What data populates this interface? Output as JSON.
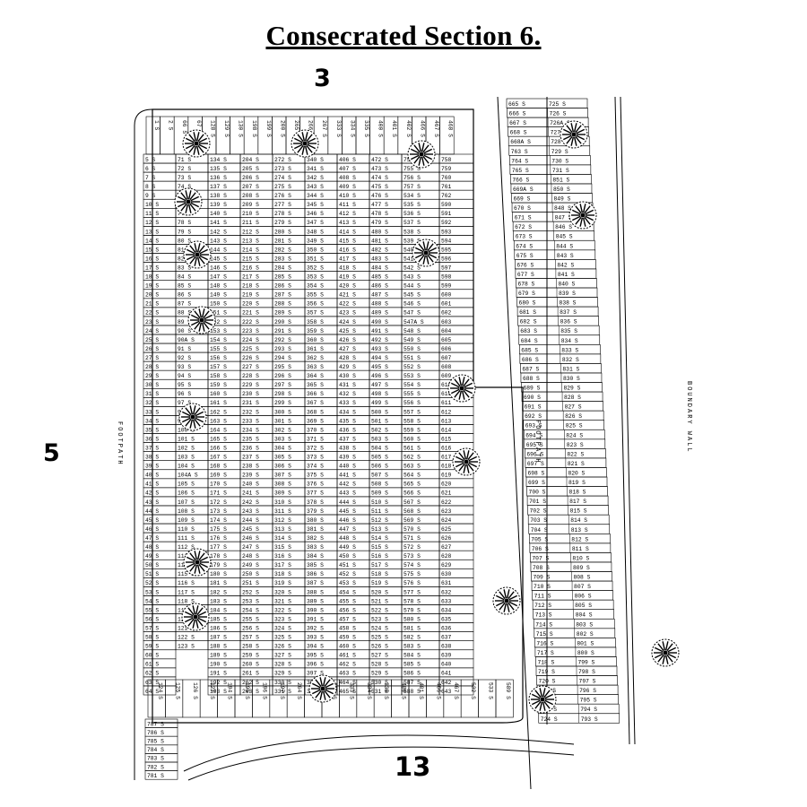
{
  "map": {
    "title": "Consecrated Section 6.",
    "adjacent_sections": {
      "north": "3",
      "west": "5",
      "south": "13"
    },
    "labels": {
      "footpath_left": "FOOTPATH",
      "footpath_middle": "FOOTPATH",
      "boundary": "BOUNDARY WALL"
    },
    "columns": [
      [
        "5",
        "6",
        "7",
        "8",
        "9",
        "10",
        "11",
        "12",
        "13",
        "14",
        "15",
        "16",
        "17",
        "18",
        "19",
        "20",
        "21",
        "22",
        "23",
        "24",
        "25",
        "26",
        "27",
        "28",
        "29",
        "30",
        "31",
        "32",
        "33",
        "34",
        "35",
        "36",
        "37",
        "38",
        "39",
        "40",
        "41",
        "42",
        "43",
        "44",
        "45",
        "46",
        "47",
        "48",
        "49",
        "50",
        "51",
        "52",
        "53",
        "54",
        "55",
        "56",
        "57",
        "58",
        "59",
        "60",
        "61",
        "62",
        "63",
        "64"
      ],
      [
        "71",
        "72",
        "73",
        "74",
        "75",
        "76",
        "77",
        "78",
        "79",
        "80",
        "81",
        "82",
        "83",
        "84",
        "85",
        "86",
        "87",
        "88",
        "89",
        "90",
        "90A",
        "91",
        "92",
        "93",
        "94",
        "95",
        "96",
        "97",
        "98",
        "99",
        "100",
        "101",
        "102",
        "103",
        "104",
        "104A",
        "105",
        "106",
        "107",
        "108",
        "109",
        "110",
        "111",
        "112",
        "113",
        "114",
        "115",
        "116",
        "117",
        "118",
        "119",
        "120",
        "121",
        "122",
        "123"
      ],
      [
        "134",
        "135",
        "136",
        "137",
        "138",
        "139",
        "140",
        "141",
        "142",
        "143",
        "144",
        "145",
        "146",
        "147",
        "148",
        "149",
        "150",
        "151",
        "152",
        "153",
        "154",
        "155",
        "156",
        "157",
        "158",
        "159",
        "160",
        "161",
        "162",
        "163",
        "164",
        "165",
        "166",
        "167",
        "168",
        "169",
        "170",
        "171",
        "172",
        "173",
        "174",
        "175",
        "176",
        "177",
        "178",
        "179",
        "180",
        "181",
        "182",
        "183",
        "184",
        "185",
        "186",
        "187",
        "188",
        "189",
        "190",
        "191",
        "192",
        "193"
      ],
      [
        "204",
        "205",
        "206",
        "207",
        "208",
        "209",
        "210",
        "211",
        "212",
        "213",
        "214",
        "215",
        "216",
        "217",
        "218",
        "219",
        "220",
        "221",
        "222",
        "223",
        "224",
        "225",
        "226",
        "227",
        "228",
        "229",
        "230",
        "231",
        "232",
        "233",
        "234",
        "235",
        "236",
        "237",
        "238",
        "239",
        "240",
        "241",
        "242",
        "243",
        "244",
        "245",
        "246",
        "247",
        "248",
        "249",
        "250",
        "251",
        "252",
        "253",
        "254",
        "255",
        "256",
        "257",
        "258",
        "259",
        "260",
        "261",
        "262",
        "263"
      ],
      [
        "272",
        "273",
        "274",
        "275",
        "276",
        "277",
        "278",
        "279",
        "280",
        "281",
        "282",
        "283",
        "284",
        "285",
        "286",
        "287",
        "288",
        "289",
        "290",
        "291",
        "292",
        "293",
        "294",
        "295",
        "296",
        "297",
        "298",
        "299",
        "300",
        "301",
        "302",
        "303",
        "304",
        "305",
        "306",
        "307",
        "308",
        "309",
        "310",
        "311",
        "312",
        "313",
        "314",
        "315",
        "316",
        "317",
        "318",
        "319",
        "320",
        "321",
        "322",
        "323",
        "324",
        "325",
        "326",
        "327",
        "328",
        "329",
        "330",
        "331"
      ],
      [
        "340",
        "341",
        "342",
        "343",
        "344",
        "345",
        "346",
        "347",
        "348",
        "349",
        "350",
        "351",
        "352",
        "353",
        "354",
        "355",
        "356",
        "357",
        "358",
        "359",
        "360",
        "361",
        "362",
        "363",
        "364",
        "365",
        "366",
        "367",
        "368",
        "369",
        "370",
        "371",
        "372",
        "373",
        "374",
        "375",
        "376",
        "377",
        "378",
        "379",
        "380",
        "381",
        "382",
        "383",
        "384",
        "385",
        "386",
        "387",
        "388",
        "389",
        "390",
        "391",
        "392",
        "393",
        "394",
        "395",
        "396",
        "397",
        "398",
        "399"
      ],
      [
        "406",
        "407",
        "408",
        "409",
        "410",
        "411",
        "412",
        "413",
        "414",
        "415",
        "416",
        "417",
        "418",
        "419",
        "420",
        "421",
        "422",
        "423",
        "424",
        "425",
        "426",
        "427",
        "428",
        "429",
        "430",
        "431",
        "432",
        "433",
        "434",
        "435",
        "436",
        "437",
        "438",
        "439",
        "440",
        "441",
        "442",
        "443",
        "444",
        "445",
        "446",
        "447",
        "448",
        "449",
        "450",
        "451",
        "452",
        "453",
        "454",
        "455",
        "456",
        "457",
        "458",
        "459",
        "460",
        "461",
        "462",
        "463",
        "464",
        "465"
      ],
      [
        "472",
        "473",
        "474",
        "475",
        "476",
        "477",
        "478",
        "479",
        "480",
        "481",
        "482",
        "483",
        "484",
        "485",
        "486",
        "487",
        "488",
        "489",
        "490",
        "491",
        "492",
        "493",
        "494",
        "495",
        "496",
        "497",
        "498",
        "499",
        "500",
        "501",
        "502",
        "503",
        "504",
        "505",
        "506",
        "507",
        "508",
        "509",
        "510",
        "511",
        "512",
        "513",
        "514",
        "515",
        "516",
        "517",
        "518",
        "519",
        "520",
        "521",
        "522",
        "523",
        "524",
        "525",
        "526",
        "527",
        "528",
        "529",
        "530",
        "531"
      ],
      [
        "754",
        "755",
        "756",
        "757",
        "534",
        "535",
        "536",
        "537",
        "538",
        "539",
        "540",
        "541",
        "542",
        "543",
        "544",
        "545",
        "546",
        "547",
        "547A",
        "548",
        "549",
        "550",
        "551",
        "552",
        "553",
        "554",
        "555",
        "556",
        "557",
        "558",
        "559",
        "560",
        "561",
        "562",
        "563",
        "564",
        "565",
        "566",
        "567",
        "568",
        "569",
        "570",
        "571",
        "572",
        "573",
        "574",
        "575",
        "576",
        "577",
        "578",
        "579",
        "580",
        "581",
        "582",
        "583",
        "584",
        "585",
        "586",
        "587",
        "588"
      ],
      [
        "758",
        "759",
        "760",
        "761",
        "762",
        "590",
        "591",
        "592",
        "593",
        "594",
        "595",
        "596",
        "597",
        "598",
        "599",
        "600",
        "601",
        "602",
        "603",
        "604",
        "605",
        "606",
        "607",
        "608",
        "609",
        "610",
        "610A",
        "611",
        "612",
        "613",
        "614",
        "615",
        "616",
        "617",
        "618",
        "619",
        "620",
        "621",
        "622",
        "623",
        "624",
        "625",
        "626",
        "627",
        "628",
        "629",
        "630",
        "631",
        "632",
        "633",
        "634",
        "635",
        "636",
        "637",
        "638",
        "639",
        "640",
        "641",
        "642",
        "643"
      ]
    ],
    "top_strip": [
      "1",
      "2",
      "66",
      "67",
      "128",
      "129",
      "130",
      "198",
      "199",
      "200",
      "265",
      "266",
      "267",
      "333",
      "334",
      "335",
      "400",
      "401",
      "402",
      "466",
      "467",
      "468"
    ],
    "bottom_strip": [
      "124",
      "125",
      "126",
      "127",
      "194",
      "195",
      "196",
      "197",
      "264",
      "265",
      "332",
      "333",
      "334",
      "335",
      "400",
      "401",
      "466",
      "467",
      "532",
      "533",
      "589"
    ],
    "corner_list": [
      "787",
      "786",
      "785",
      "784",
      "783",
      "782",
      "781"
    ],
    "right_pairs": [
      [
        "665",
        "725"
      ],
      [
        "666",
        "726"
      ],
      [
        "667",
        "726A"
      ],
      [
        "668",
        "727"
      ],
      [
        "668A",
        "728"
      ],
      [
        "763",
        "729"
      ],
      [
        "764",
        "730"
      ],
      [
        "765",
        "731"
      ],
      [
        "766",
        "851"
      ],
      [
        "669A",
        "850"
      ],
      [
        "669",
        "849"
      ],
      [
        "670",
        "848"
      ],
      [
        "671",
        "847"
      ],
      [
        "672",
        "846"
      ],
      [
        "673",
        "845"
      ],
      [
        "674",
        "844"
      ],
      [
        "675",
        "843"
      ],
      [
        "676",
        "842"
      ],
      [
        "677",
        "841"
      ],
      [
        "678",
        "840"
      ],
      [
        "679",
        "839"
      ],
      [
        "680",
        "838"
      ],
      [
        "681",
        "837"
      ],
      [
        "682",
        "836"
      ],
      [
        "683",
        "835"
      ],
      [
        "684",
        "834"
      ],
      [
        "685",
        "833"
      ],
      [
        "686",
        "832"
      ],
      [
        "687",
        "831"
      ],
      [
        "688",
        "830"
      ],
      [
        "689",
        "829"
      ],
      [
        "690",
        "828"
      ],
      [
        "691",
        "827"
      ],
      [
        "692",
        "826"
      ],
      [
        "693",
        "825"
      ],
      [
        "694",
        "824"
      ],
      [
        "695",
        "823"
      ],
      [
        "696",
        "822"
      ],
      [
        "697",
        "821"
      ],
      [
        "698",
        "820"
      ],
      [
        "699",
        "819"
      ],
      [
        "700",
        "818"
      ],
      [
        "701",
        "817"
      ],
      [
        "702",
        "815"
      ],
      [
        "703",
        "814"
      ],
      [
        "704",
        "813"
      ],
      [
        "705",
        "812"
      ],
      [
        "706",
        "811"
      ],
      [
        "707",
        "810"
      ],
      [
        "708",
        "809"
      ],
      [
        "709",
        "808"
      ],
      [
        "710",
        "807"
      ],
      [
        "711",
        "806"
      ],
      [
        "712",
        "805"
      ],
      [
        "713",
        "804"
      ],
      [
        "714",
        "803"
      ],
      [
        "715",
        "802"
      ],
      [
        "716",
        "801"
      ],
      [
        "717",
        "800"
      ],
      [
        "718",
        "799"
      ],
      [
        "719",
        "798"
      ],
      [
        "720",
        "797"
      ],
      [
        "721",
        "796"
      ],
      [
        "722",
        "795"
      ],
      [
        "723",
        "794"
      ],
      [
        "724",
        "793"
      ]
    ]
  }
}
